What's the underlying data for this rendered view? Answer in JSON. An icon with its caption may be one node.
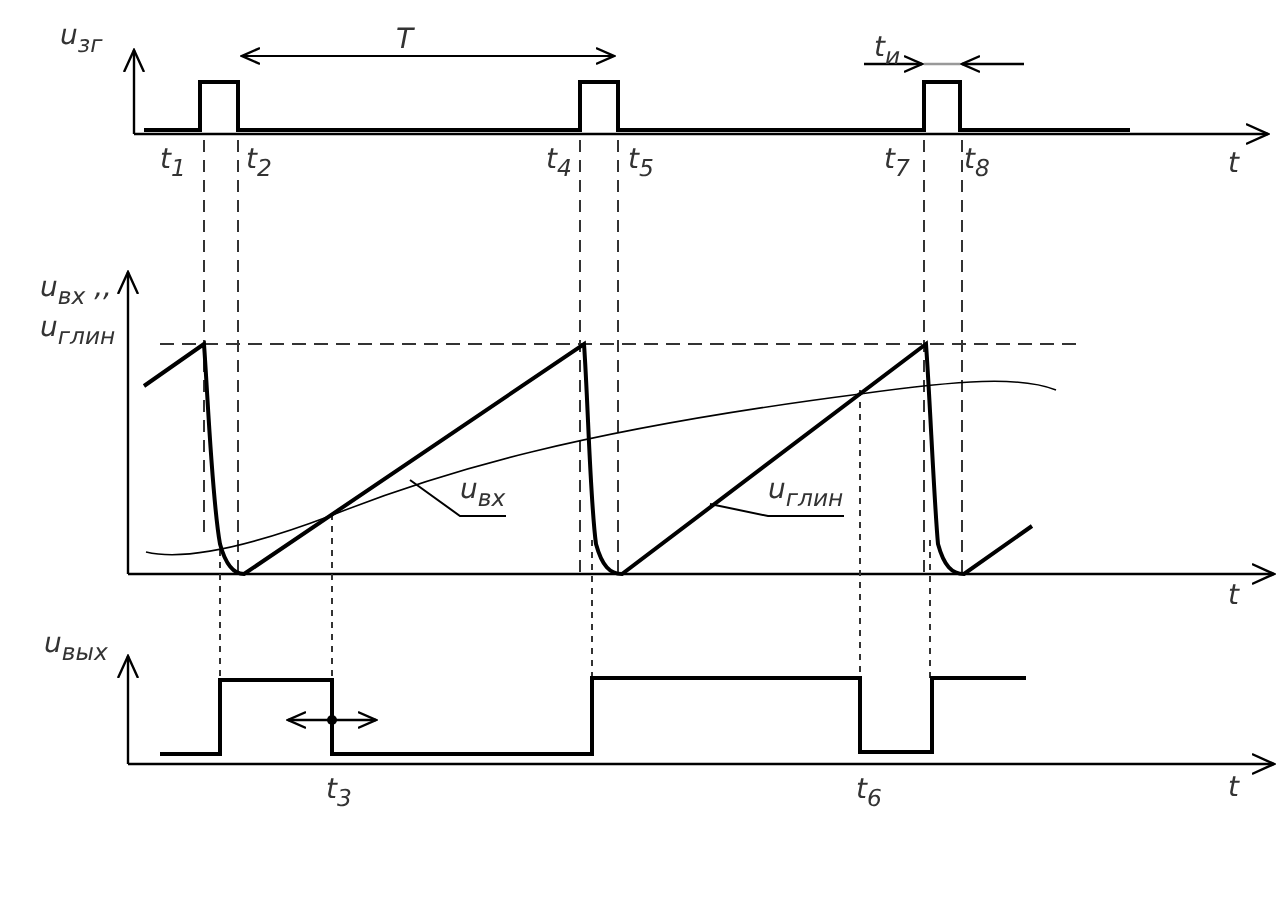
{
  "diagram": {
    "nodes": [
      {
        "text": [
          "u$_{вх}$"
        ]
      },
      {
        "text": [
          "u$_{глин}$"
        ]
      }
    ],
    "edges": [
      {
        "from": 0,
        "to": null,
        "arrow": "none"
      },
      {
        "from": 1,
        "to": null,
        "arrow": "none"
      }
    ],
    "labels": [
      "u$_{зг}$",
      "T",
      "t$_{и}$",
      "t$_{1}$",
      "t$_{2}$",
      "t$_{4}$",
      "t$_{5}$",
      "t$_{7}$",
      "t$_{8}$",
      "t",
      "u$_{вх}$ ,,",
      "u$_{глин}$",
      "t",
      "u$_{вых}$",
      "t$_{3}$",
      "t$_{6}$",
      "t"
    ]
  }
}
